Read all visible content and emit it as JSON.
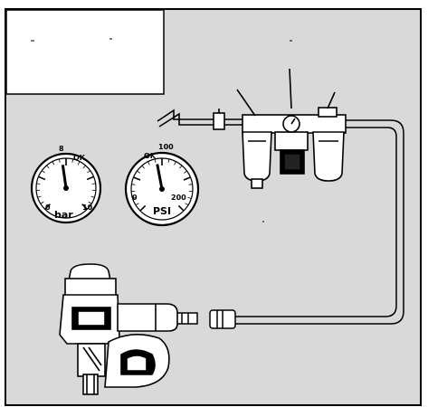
{
  "colors": {
    "background": "#d9d9d9",
    "ink": "#000000",
    "paper": "#ffffff"
  },
  "gauge_bar": {
    "unit": "bar",
    "scale": {
      "min": "0",
      "mid": "8",
      "max": "10"
    },
    "ok_label": "OK",
    "needle_fraction": 0.47
  },
  "gauge_psi": {
    "unit": "PSI",
    "scale": {
      "min": "0",
      "mid": "100",
      "max": "200"
    },
    "ok_label": "OK",
    "needle_fraction": 0.46
  },
  "icons": [
    "frl-unit-icon",
    "nail-gun-icon",
    "air-hose-icon",
    "quick-coupler-icon"
  ]
}
